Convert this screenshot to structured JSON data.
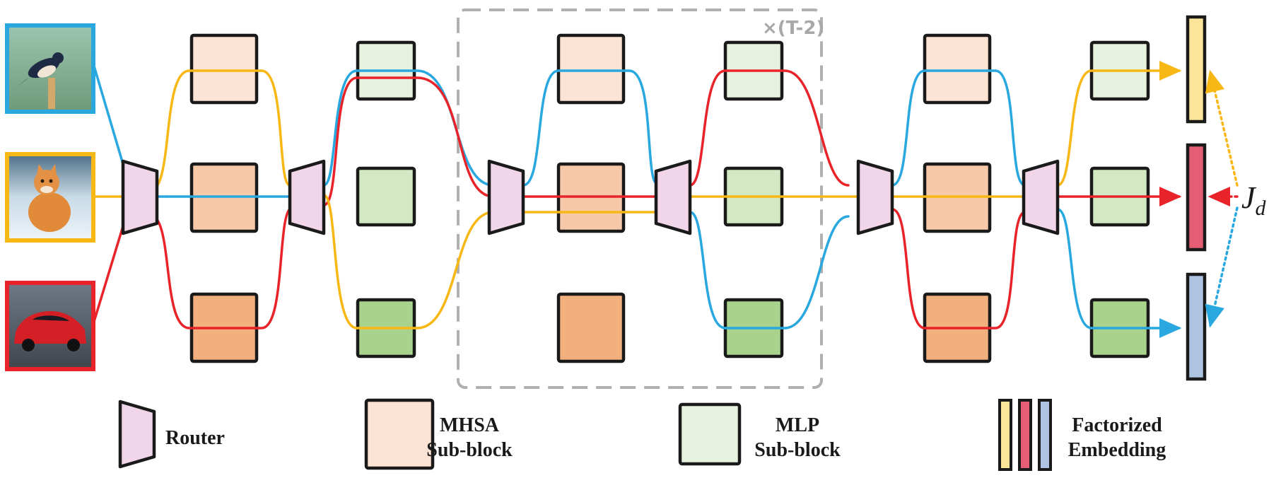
{
  "colors": {
    "blue": "#29a8e0",
    "yellow": "#f7b816",
    "red": "#e8242a",
    "router": "#f1d6ea",
    "mhsa_light": "#fce3d4",
    "mhsa_mid": "#f7c9a8",
    "mhsa_dark": "#f2b07e",
    "mlp_light": "#e7f2de",
    "mlp_mid": "#d3e9c4",
    "mlp_dark": "#a9d28c",
    "emb_yellow": "#fae598",
    "emb_red": "#e45d74",
    "emb_blue": "#aec3e2",
    "dashed_frame": "#b0b0b0"
  },
  "inputs": [
    {
      "name": "bird",
      "color": "blue"
    },
    {
      "name": "cat",
      "color": "yellow"
    },
    {
      "name": "car",
      "color": "red"
    }
  ],
  "repeat_label": "×(T-2)",
  "target_label": "J",
  "target_subscript": "d",
  "legend": {
    "router": "Router",
    "mhsa_line1": "MHSA",
    "mhsa_line2": "Sub-block",
    "mlp_line1": "MLP",
    "mlp_line2": "Sub-block",
    "emb_line1": "Factorized",
    "emb_line2": "Embedding"
  }
}
